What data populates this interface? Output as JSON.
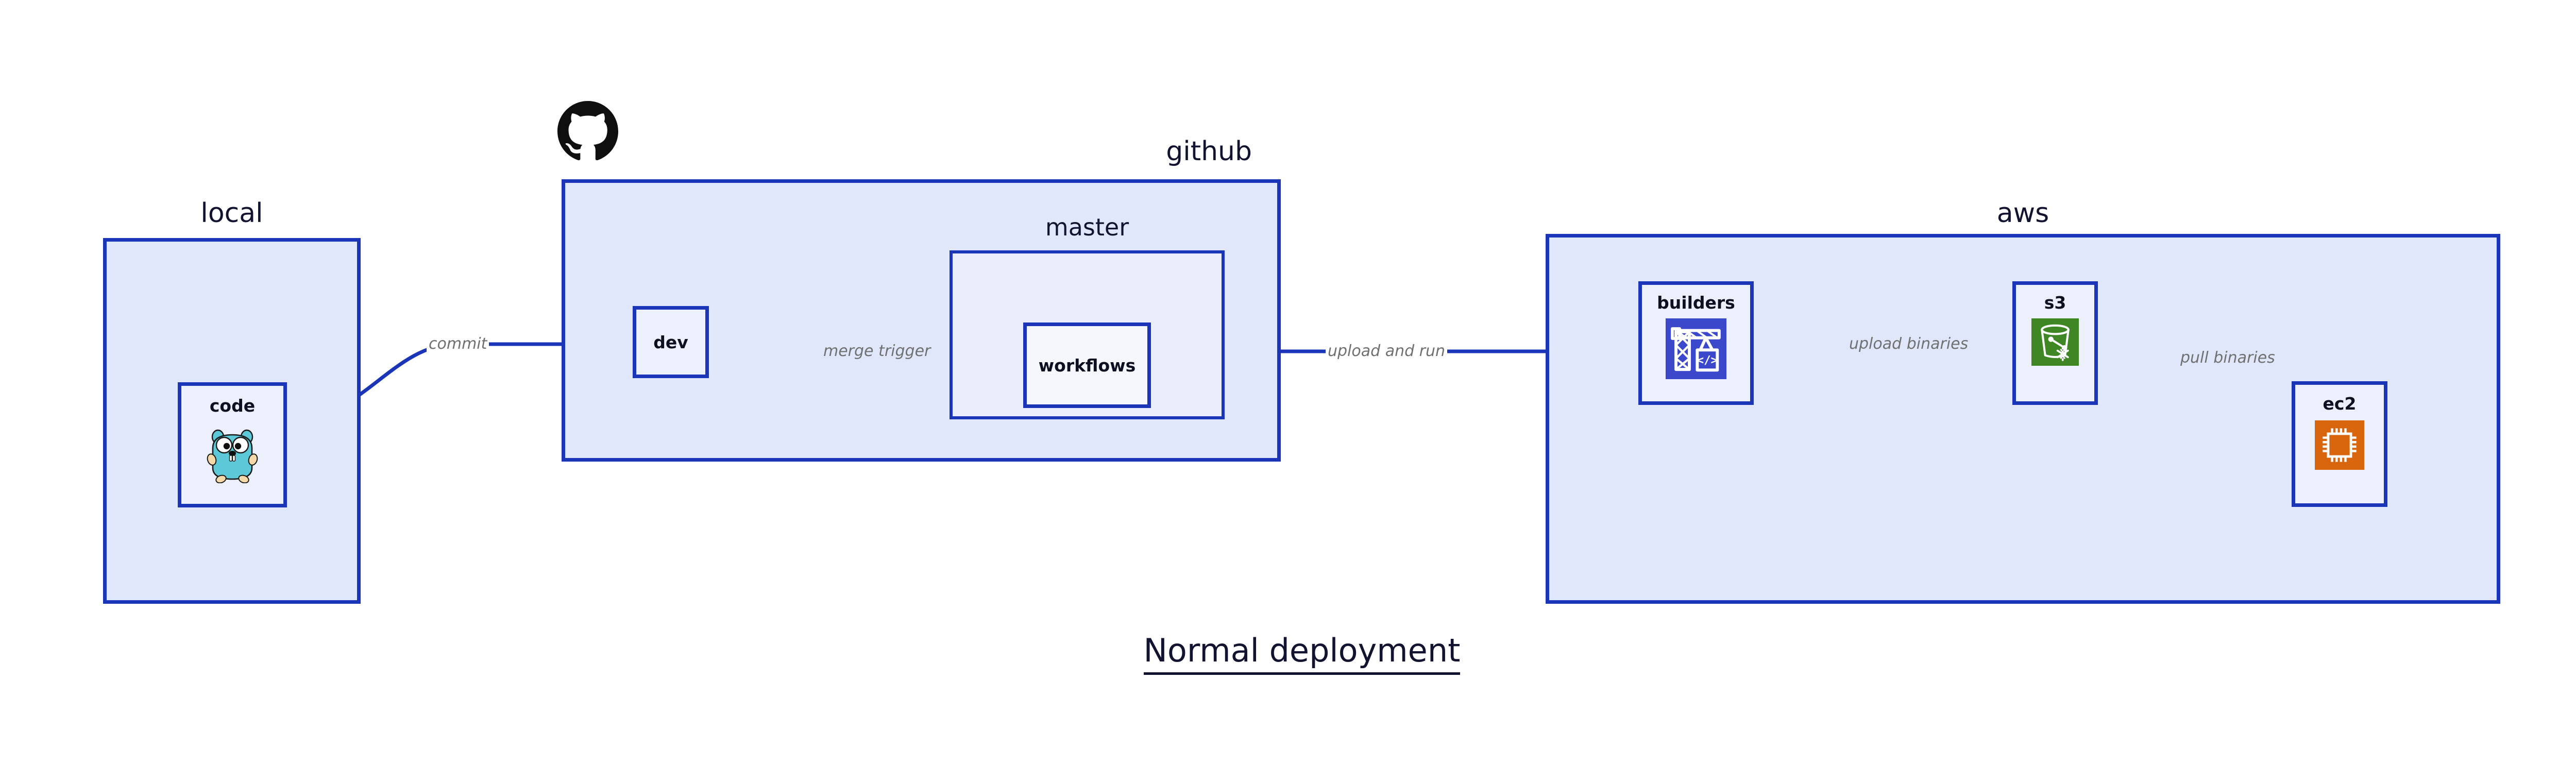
{
  "title": "Normal deployment",
  "colors": {
    "zone_fill": "#e1e7fb",
    "zone_nested_fill": "#e9edfc",
    "node_fill": "#ecf0fc",
    "node_pale_fill": "#f5f7fd",
    "border_blue": "#1a35b8",
    "arrow_blue": "#1a35b8",
    "text_dark": "#121331",
    "edge_label_gray": "#707070",
    "codebuild_blue": "#3b48cc",
    "s3_green": "#3f8624",
    "ec2_orange": "#d9650d",
    "gopher_cyan": "#5dc9d8",
    "github_black": "#0f0f0f"
  },
  "zones": [
    {
      "id": "local",
      "label": "local",
      "label_align": "center"
    },
    {
      "id": "github",
      "label": "github",
      "label_align": "right"
    },
    {
      "id": "master",
      "label": "master",
      "label_align": "center"
    },
    {
      "id": "aws",
      "label": "aws",
      "label_align": "center"
    }
  ],
  "nodes": [
    {
      "id": "code",
      "label": "code",
      "icon": "go-gopher-icon",
      "zone": "local"
    },
    {
      "id": "dev",
      "label": "dev",
      "icon": null,
      "zone": "github"
    },
    {
      "id": "workflows",
      "label": "workflows",
      "icon": null,
      "zone": "master"
    },
    {
      "id": "builders",
      "label": "builders",
      "icon": "aws-codebuild-icon",
      "zone": "aws"
    },
    {
      "id": "s3",
      "label": "s3",
      "icon": "aws-s3-bucket-icon",
      "zone": "aws"
    },
    {
      "id": "ec2",
      "label": "ec2",
      "icon": "aws-ec2-chip-icon",
      "zone": "aws"
    }
  ],
  "edges": [
    {
      "id": "commit",
      "label": "commit",
      "from": "code",
      "to": "dev",
      "style": "curved"
    },
    {
      "id": "merge-trigger",
      "label": "merge trigger",
      "from": "dev",
      "to": "workflows",
      "style": "straight"
    },
    {
      "id": "upload-and-run",
      "label": "upload and run",
      "from": "workflows",
      "to": "builders",
      "style": "straight"
    },
    {
      "id": "upload-binaries",
      "label": "upload binaries",
      "from": "builders",
      "to": "s3",
      "style": "straight"
    },
    {
      "id": "pull-binaries",
      "label": "pull binaries",
      "from": "s3",
      "to": "ec2",
      "style": "curved"
    }
  ],
  "branding": {
    "github_logo": "github-octocat-icon"
  }
}
